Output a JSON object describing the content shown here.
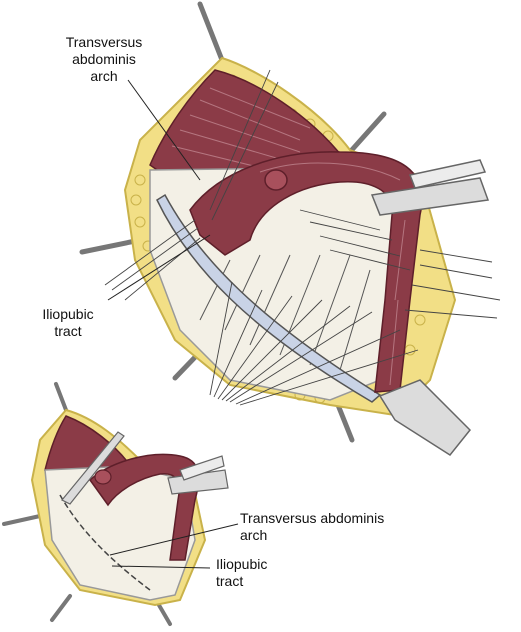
{
  "labels": {
    "top_arch": {
      "line1": "Transversus",
      "line2": "abdominis",
      "line3": "arch"
    },
    "top_tract": {
      "line1": "Iliopubic",
      "line2": "tract"
    },
    "bottom_arch": {
      "line1": "Transversus abdominis",
      "line2": "arch"
    },
    "bottom_tract": {
      "line1": "Iliopubic",
      "line2": "tract"
    }
  },
  "colors": {
    "fat": "#f2df86",
    "fat_edge": "#c9b24a",
    "muscle": "#8b3b47",
    "muscle_light": "#b57680",
    "muscle_dark": "#5e1f2a",
    "fascia": "#f3f0e6",
    "fascia_shadow": "#d9d3c2",
    "tract": "#c9d3e6",
    "instrument": "#dcdcdc",
    "skin_edge": "#e8c9b7"
  }
}
